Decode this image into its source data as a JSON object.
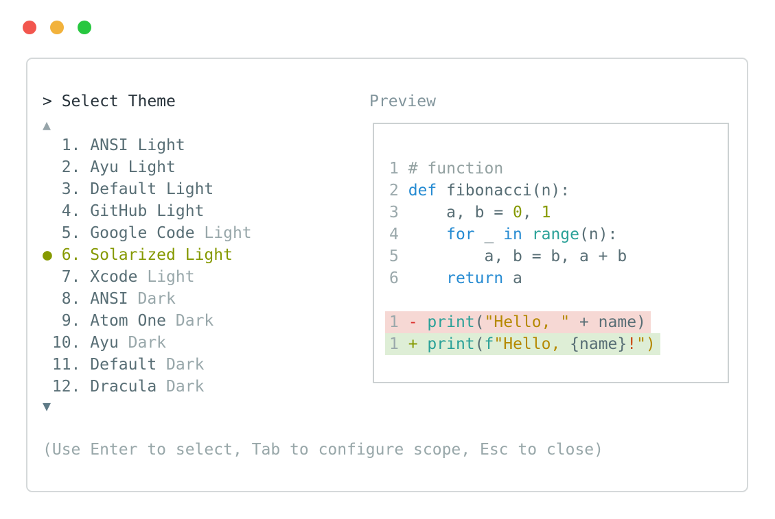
{
  "window": {
    "traffic_lights": [
      {
        "name": "close-button",
        "color": "#f2564e"
      },
      {
        "name": "minimize-button",
        "color": "#f2b23c"
      },
      {
        "name": "zoom-button",
        "color": "#27c73f"
      }
    ]
  },
  "theme_picker": {
    "prompt": "> Select Theme",
    "scroll_up": "▲",
    "scroll_down": "▼",
    "selected_marker": "●",
    "items": [
      {
        "number": "1",
        "name": "ANSI",
        "variant": "Light",
        "muted_variant": false,
        "selected": false
      },
      {
        "number": "2",
        "name": "Ayu",
        "variant": "Light",
        "muted_variant": false,
        "selected": false
      },
      {
        "number": "3",
        "name": "Default",
        "variant": "Light",
        "muted_variant": false,
        "selected": false
      },
      {
        "number": "4",
        "name": "GitHub",
        "variant": "Light",
        "muted_variant": false,
        "selected": false
      },
      {
        "number": "5",
        "name": "Google Code",
        "variant": "Light",
        "muted_variant": true,
        "selected": false
      },
      {
        "number": "6",
        "name": "Solarized",
        "variant": "Light",
        "muted_variant": false,
        "selected": true
      },
      {
        "number": "7",
        "name": "Xcode",
        "variant": "Light",
        "muted_variant": true,
        "selected": false
      },
      {
        "number": "8",
        "name": "ANSI",
        "variant": "Dark",
        "muted_variant": true,
        "selected": false
      },
      {
        "number": "9",
        "name": "Atom One",
        "variant": "Dark",
        "muted_variant": true,
        "selected": false
      },
      {
        "number": "10",
        "name": "Ayu",
        "variant": "Dark",
        "muted_variant": true,
        "selected": false
      },
      {
        "number": "11",
        "name": "Default",
        "variant": "Dark",
        "muted_variant": true,
        "selected": false
      },
      {
        "number": "12",
        "name": "Dracula",
        "variant": "Dark",
        "muted_variant": true,
        "selected": false
      }
    ],
    "help_text": "(Use Enter to select, Tab to configure scope, Esc to close)"
  },
  "preview": {
    "label": "Preview",
    "code_lines": [
      {
        "line_number": "1",
        "diff": "",
        "tokens": [
          {
            "text": "# function",
            "color": "comment"
          }
        ]
      },
      {
        "line_number": "2",
        "diff": "",
        "tokens": [
          {
            "text": "def",
            "color": "keyword"
          },
          {
            "text": " fibonacci(n):",
            "color": "plain"
          }
        ]
      },
      {
        "line_number": "3",
        "diff": "",
        "tokens": [
          {
            "text": "    a, b = ",
            "color": "plain"
          },
          {
            "text": "0",
            "color": "number"
          },
          {
            "text": ", ",
            "color": "plain"
          },
          {
            "text": "1",
            "color": "number"
          }
        ]
      },
      {
        "line_number": "4",
        "diff": "",
        "tokens": [
          {
            "text": "    ",
            "color": "plain"
          },
          {
            "text": "for",
            "color": "keyword"
          },
          {
            "text": " _ ",
            "color": "plain"
          },
          {
            "text": "in",
            "color": "keyword"
          },
          {
            "text": " ",
            "color": "plain"
          },
          {
            "text": "range",
            "color": "builtin"
          },
          {
            "text": "(n):",
            "color": "plain"
          }
        ]
      },
      {
        "line_number": "5",
        "diff": "",
        "tokens": [
          {
            "text": "        a, b = b, a + b",
            "color": "plain"
          }
        ]
      },
      {
        "line_number": "6",
        "diff": "",
        "tokens": [
          {
            "text": "    ",
            "color": "plain"
          },
          {
            "text": "return",
            "color": "keyword"
          },
          {
            "text": " a",
            "color": "plain"
          }
        ]
      },
      {
        "line_number": "",
        "diff": "",
        "tokens": []
      },
      {
        "line_number": "1",
        "diff": "removed",
        "tokens": [
          {
            "text": "- ",
            "color": "removed"
          },
          {
            "text": "print",
            "color": "builtin"
          },
          {
            "text": "(",
            "color": "plain"
          },
          {
            "text": "\"Hello, \"",
            "color": "string"
          },
          {
            "text": " + name)",
            "color": "plain"
          }
        ]
      },
      {
        "line_number": "1",
        "diff": "added",
        "tokens": [
          {
            "text": "+ ",
            "color": "added"
          },
          {
            "text": "print",
            "color": "builtin"
          },
          {
            "text": "(",
            "color": "plain"
          },
          {
            "text": "f",
            "color": "builtin"
          },
          {
            "text": "\"Hello, ",
            "color": "string"
          },
          {
            "text": "{name}",
            "color": "plain"
          },
          {
            "text": "!",
            "color": "accent"
          },
          {
            "text": "\")",
            "color": "string"
          }
        ]
      }
    ]
  },
  "colors": {
    "prompt_text": "#27323a",
    "item_text": "#586e75",
    "muted_text": "#98a7aa",
    "selected_text": "#859900",
    "help_text": "#98a7a9",
    "preview_label": "#82959c",
    "scroll_up": "#96a4a9",
    "scroll_down": "#5f7b87",
    "panel_border": "#d5d9da",
    "preview_border": "#ccd1d2",
    "line_number": "#9aa8ab",
    "plain": "#586e75",
    "comment": "#93a1a1",
    "keyword": "#268bd2",
    "builtin": "#2aa198",
    "number": "#859900",
    "string": "#b58900",
    "accent": "#cb4b16",
    "removed": "#dc322f",
    "added": "#859900",
    "removed_bg": "#f6d8d4",
    "added_bg": "#deeed6"
  }
}
